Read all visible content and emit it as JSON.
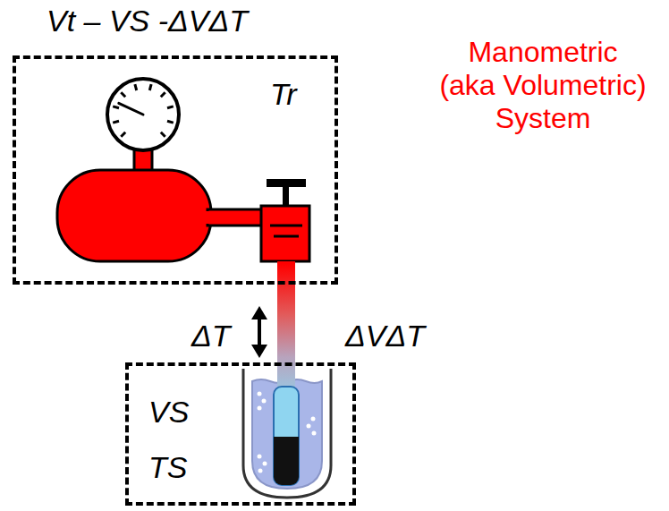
{
  "diagram": {
    "title": "Manometric (aka Volumetric) System",
    "nodes": [
      {
        "text": [
          "Vt – VS -ΔVΔT",
          "Tr"
        ]
      },
      {
        "text": [
          "VS",
          "TS"
        ]
      }
    ],
    "edges": [
      {
        "from": 0,
        "to": 1,
        "arrow": "none"
      }
    ],
    "labels": [
      "ΔT",
      "ΔVΔT"
    ]
  }
}
